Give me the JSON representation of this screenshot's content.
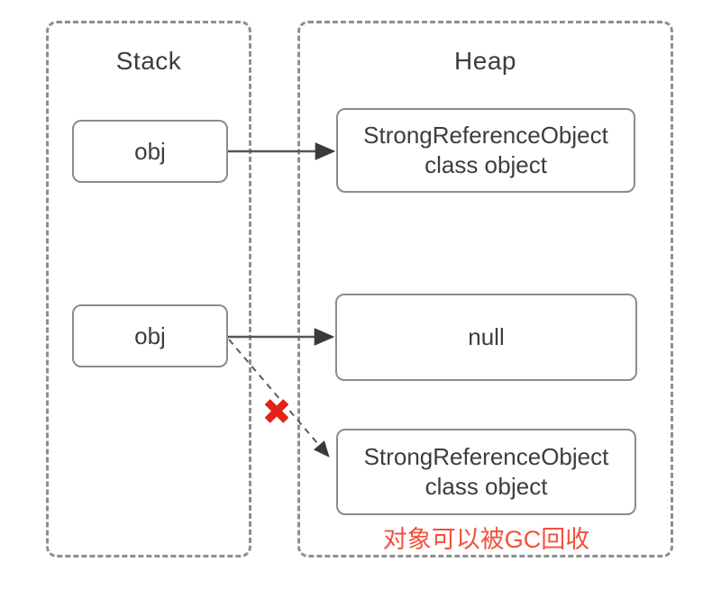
{
  "stack": {
    "title": "Stack",
    "nodes": [
      {
        "label": "obj"
      },
      {
        "label": "obj"
      }
    ]
  },
  "heap": {
    "title": "Heap",
    "nodes": [
      {
        "line1": "StrongReferenceObject",
        "line2": "class object"
      },
      {
        "label": "null"
      },
      {
        "line1": "StrongReferenceObject",
        "line2": "class object"
      }
    ],
    "annotation": "对象可以被GC回收"
  },
  "icons": {
    "broken_reference_cross": "✖"
  },
  "colors": {
    "region_border": "#8f8f8f",
    "node_border": "#8c8c8c",
    "text": "#3d3d3d",
    "arrow": "#565656",
    "arrowhead": "#3a3a3a",
    "annotation_red": "#f5503c",
    "cross_red": "#e2231a"
  }
}
